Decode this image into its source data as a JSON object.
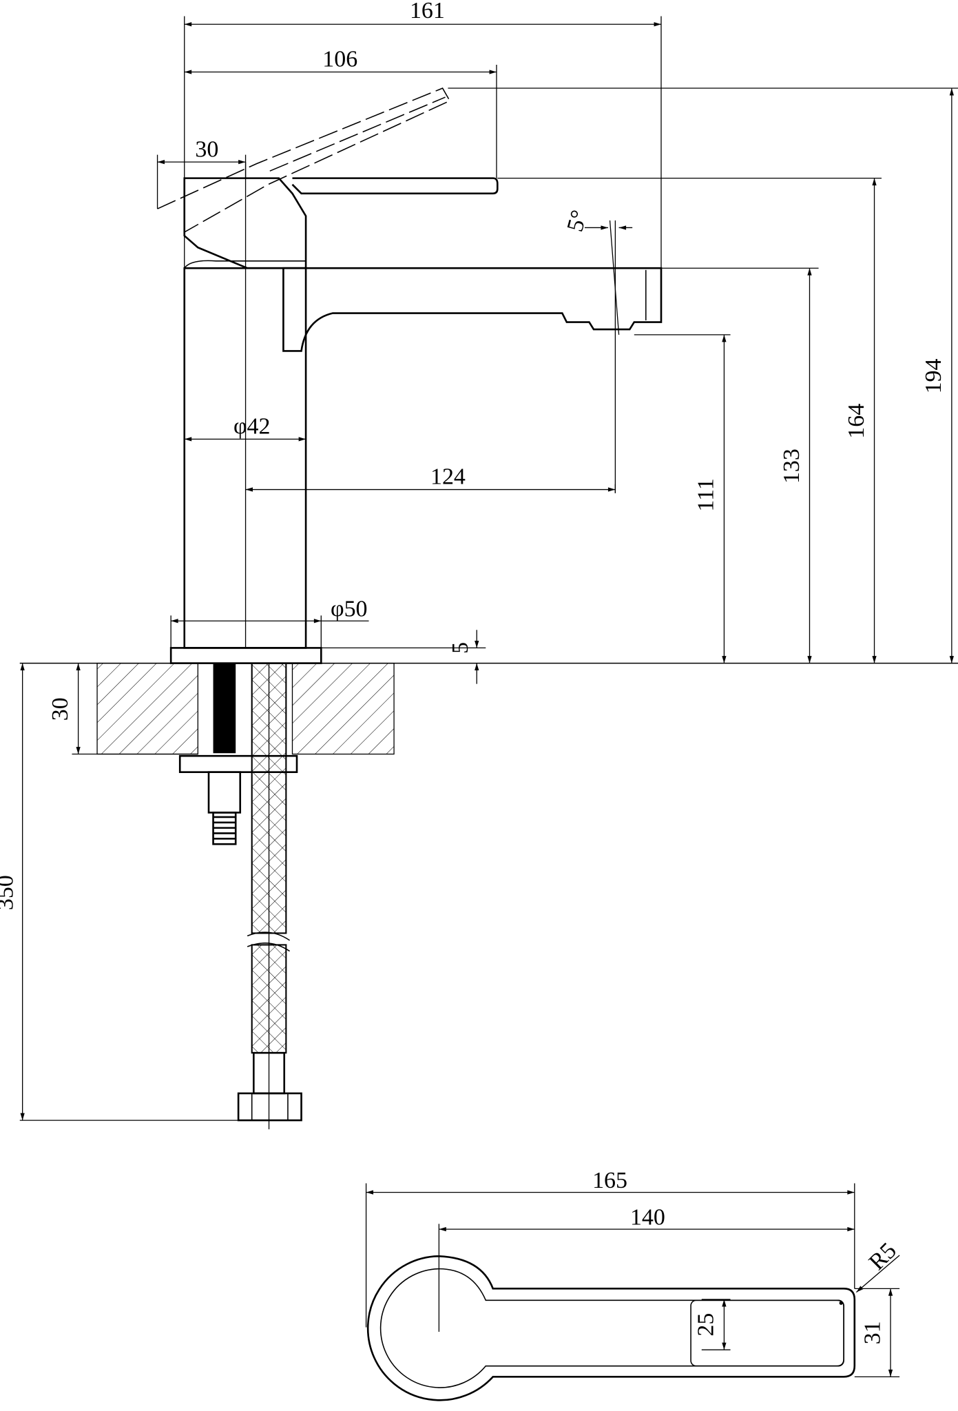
{
  "title": "Basin mixer technical drawing",
  "side_view": {
    "dims": {
      "overall_width": "161",
      "handle_reach": "106",
      "handle_offset": "30",
      "spout_angle": "5°",
      "body_diameter": "φ42",
      "spout_reach": "124",
      "base_diameter": "φ50",
      "base_height": "5",
      "outlet_height": "111",
      "spout_top_height": "133",
      "handle_height": "164",
      "handle_open_height": "194",
      "counter_thickness": "30",
      "hose_length": "350"
    }
  },
  "top_view": {
    "dims": {
      "overall_length": "165",
      "center_to_tip": "140",
      "radius": "R5",
      "inner_width": "25",
      "outer_width": "31"
    }
  },
  "colors": {
    "line": "#000000",
    "background": "#ffffff"
  }
}
